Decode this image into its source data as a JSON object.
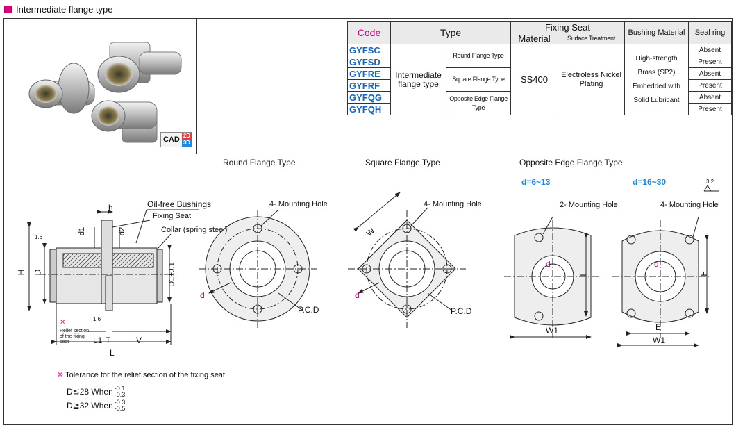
{
  "header": {
    "title": "Intermediate flange type"
  },
  "cad": {
    "label": "CAD",
    "badge_2d": "2D",
    "badge_3d": "3D"
  },
  "table": {
    "headers": {
      "code": "Code",
      "type": "Type",
      "fixing_seat": "Fixing Seat",
      "material": "Material",
      "surface": "Surface Treatment",
      "bushing": "Bushing Material",
      "seal": "Seal ring"
    },
    "codes": [
      "GYFSC",
      "GYFSD",
      "GYFRE",
      "GYFRF",
      "GYFQG",
      "GYFQH"
    ],
    "type_main": "Intermediate flange type",
    "subtypes": [
      "Round Flange Type",
      "Square Flange Type",
      "Opposite Edge Flange Type"
    ],
    "material": "SS400",
    "surface": "Electroless Nickel Plating",
    "bushing": "High-strength Brass (SP2) Embedded with Solid Lubricant",
    "seal": [
      "Absent",
      "Present",
      "Absent",
      "Present",
      "Absent",
      "Present"
    ]
  },
  "views": {
    "round": "Round Flange Type",
    "square": "Square Flange Type",
    "opposite": "Opposite Edge Flange Type",
    "d_small": "d=6~13",
    "d_large": "d=16~30",
    "roughness": "3.2"
  },
  "side": {
    "oil_free": "Oil-free Bushings",
    "fixing_seat": "Fixing Seat",
    "collar": "Collar (spring steel)",
    "h": "h",
    "d1": "d1",
    "d2": "d2",
    "H": "H",
    "D": "D",
    "D1": "D1±0.1",
    "L1": "L1",
    "T": "T",
    "V": "V",
    "L": "L",
    "r16": "1.6",
    "r16b": "1.6",
    "relief": "Relief section of the fixing seat",
    "mark": "※"
  },
  "tolerance": {
    "title": "Tolerance for the relief section of the fixing seat",
    "mark": "※",
    "l1_pre": "D≦28 When",
    "l1_up": "-0.1",
    "l1_lo": "-0.3",
    "l2_pre": "D≧32 When",
    "l2_up": "-0.3",
    "l2_lo": "-0.5"
  },
  "labels": {
    "mount4": "4- Mounting Hole",
    "mount2": "2- Mounting Hole",
    "pcd": "P.C.D",
    "d": "d",
    "W": "W",
    "F": "F",
    "W1": "W1",
    "E": "E"
  }
}
